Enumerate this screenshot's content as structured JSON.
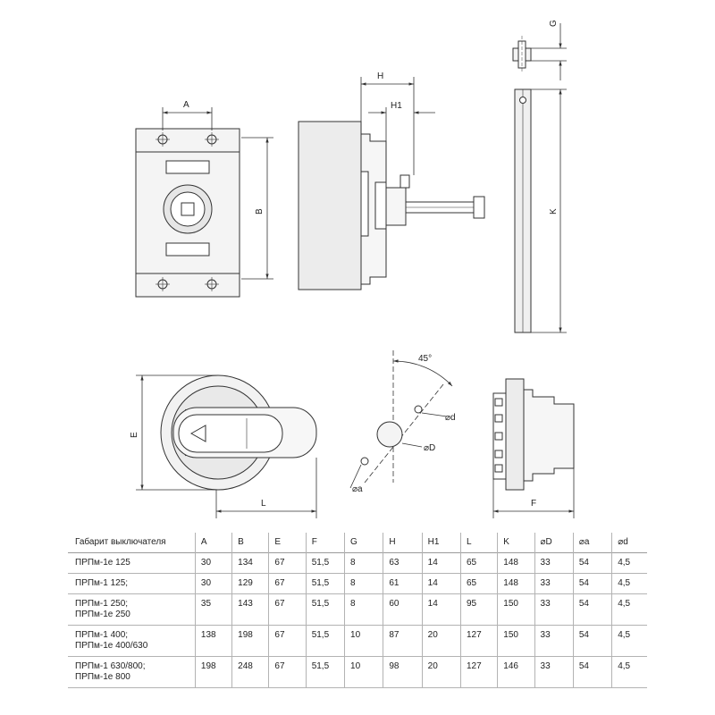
{
  "drawing": {
    "front_view": {
      "dim_width": "A",
      "dim_height": "B"
    },
    "side_view": {
      "dim_depth": "H",
      "dim_shaft": "H1"
    },
    "shaft_view": {
      "dim_top": "G",
      "dim_length": "K"
    },
    "handle_view": {
      "dim_height": "E",
      "dim_length": "L"
    },
    "hole_view": {
      "angle": "45°",
      "hole_small": "⌀d",
      "hole_center": "⌀D",
      "hole_circle": "⌀a"
    },
    "mount_view": {
      "dim_depth": "F"
    }
  },
  "table": {
    "headers": [
      "Габарит выключателя",
      "A",
      "B",
      "E",
      "F",
      "G",
      "H",
      "H1",
      "L",
      "K",
      "⌀D",
      "⌀a",
      "⌀d"
    ],
    "rows": [
      {
        "name": [
          "ПРПм-1е 125"
        ],
        "values": [
          "30",
          "134",
          "67",
          "51,5",
          "8",
          "63",
          "14",
          "65",
          "148",
          "33",
          "54",
          "4,5"
        ]
      },
      {
        "name": [
          "ПРПм-1 125;"
        ],
        "values": [
          "30",
          "129",
          "67",
          "51,5",
          "8",
          "61",
          "14",
          "65",
          "148",
          "33",
          "54",
          "4,5"
        ]
      },
      {
        "name": [
          "ПРПм-1 250;",
          "ПРПм-1е 250"
        ],
        "values": [
          "35",
          "143",
          "67",
          "51,5",
          "8",
          "60",
          "14",
          "95",
          "150",
          "33",
          "54",
          "4,5"
        ]
      },
      {
        "name": [
          "ПРПм-1 400;",
          "ПРПм-1е 400/630"
        ],
        "values": [
          "138",
          "198",
          "67",
          "51,5",
          "10",
          "87",
          "20",
          "127",
          "150",
          "33",
          "54",
          "4,5"
        ]
      },
      {
        "name": [
          "ПРПм-1 630/800;",
          "ПРПм-1е 800"
        ],
        "values": [
          "198",
          "248",
          "67",
          "51,5",
          "10",
          "98",
          "20",
          "127",
          "146",
          "33",
          "54",
          "4,5"
        ]
      }
    ]
  }
}
